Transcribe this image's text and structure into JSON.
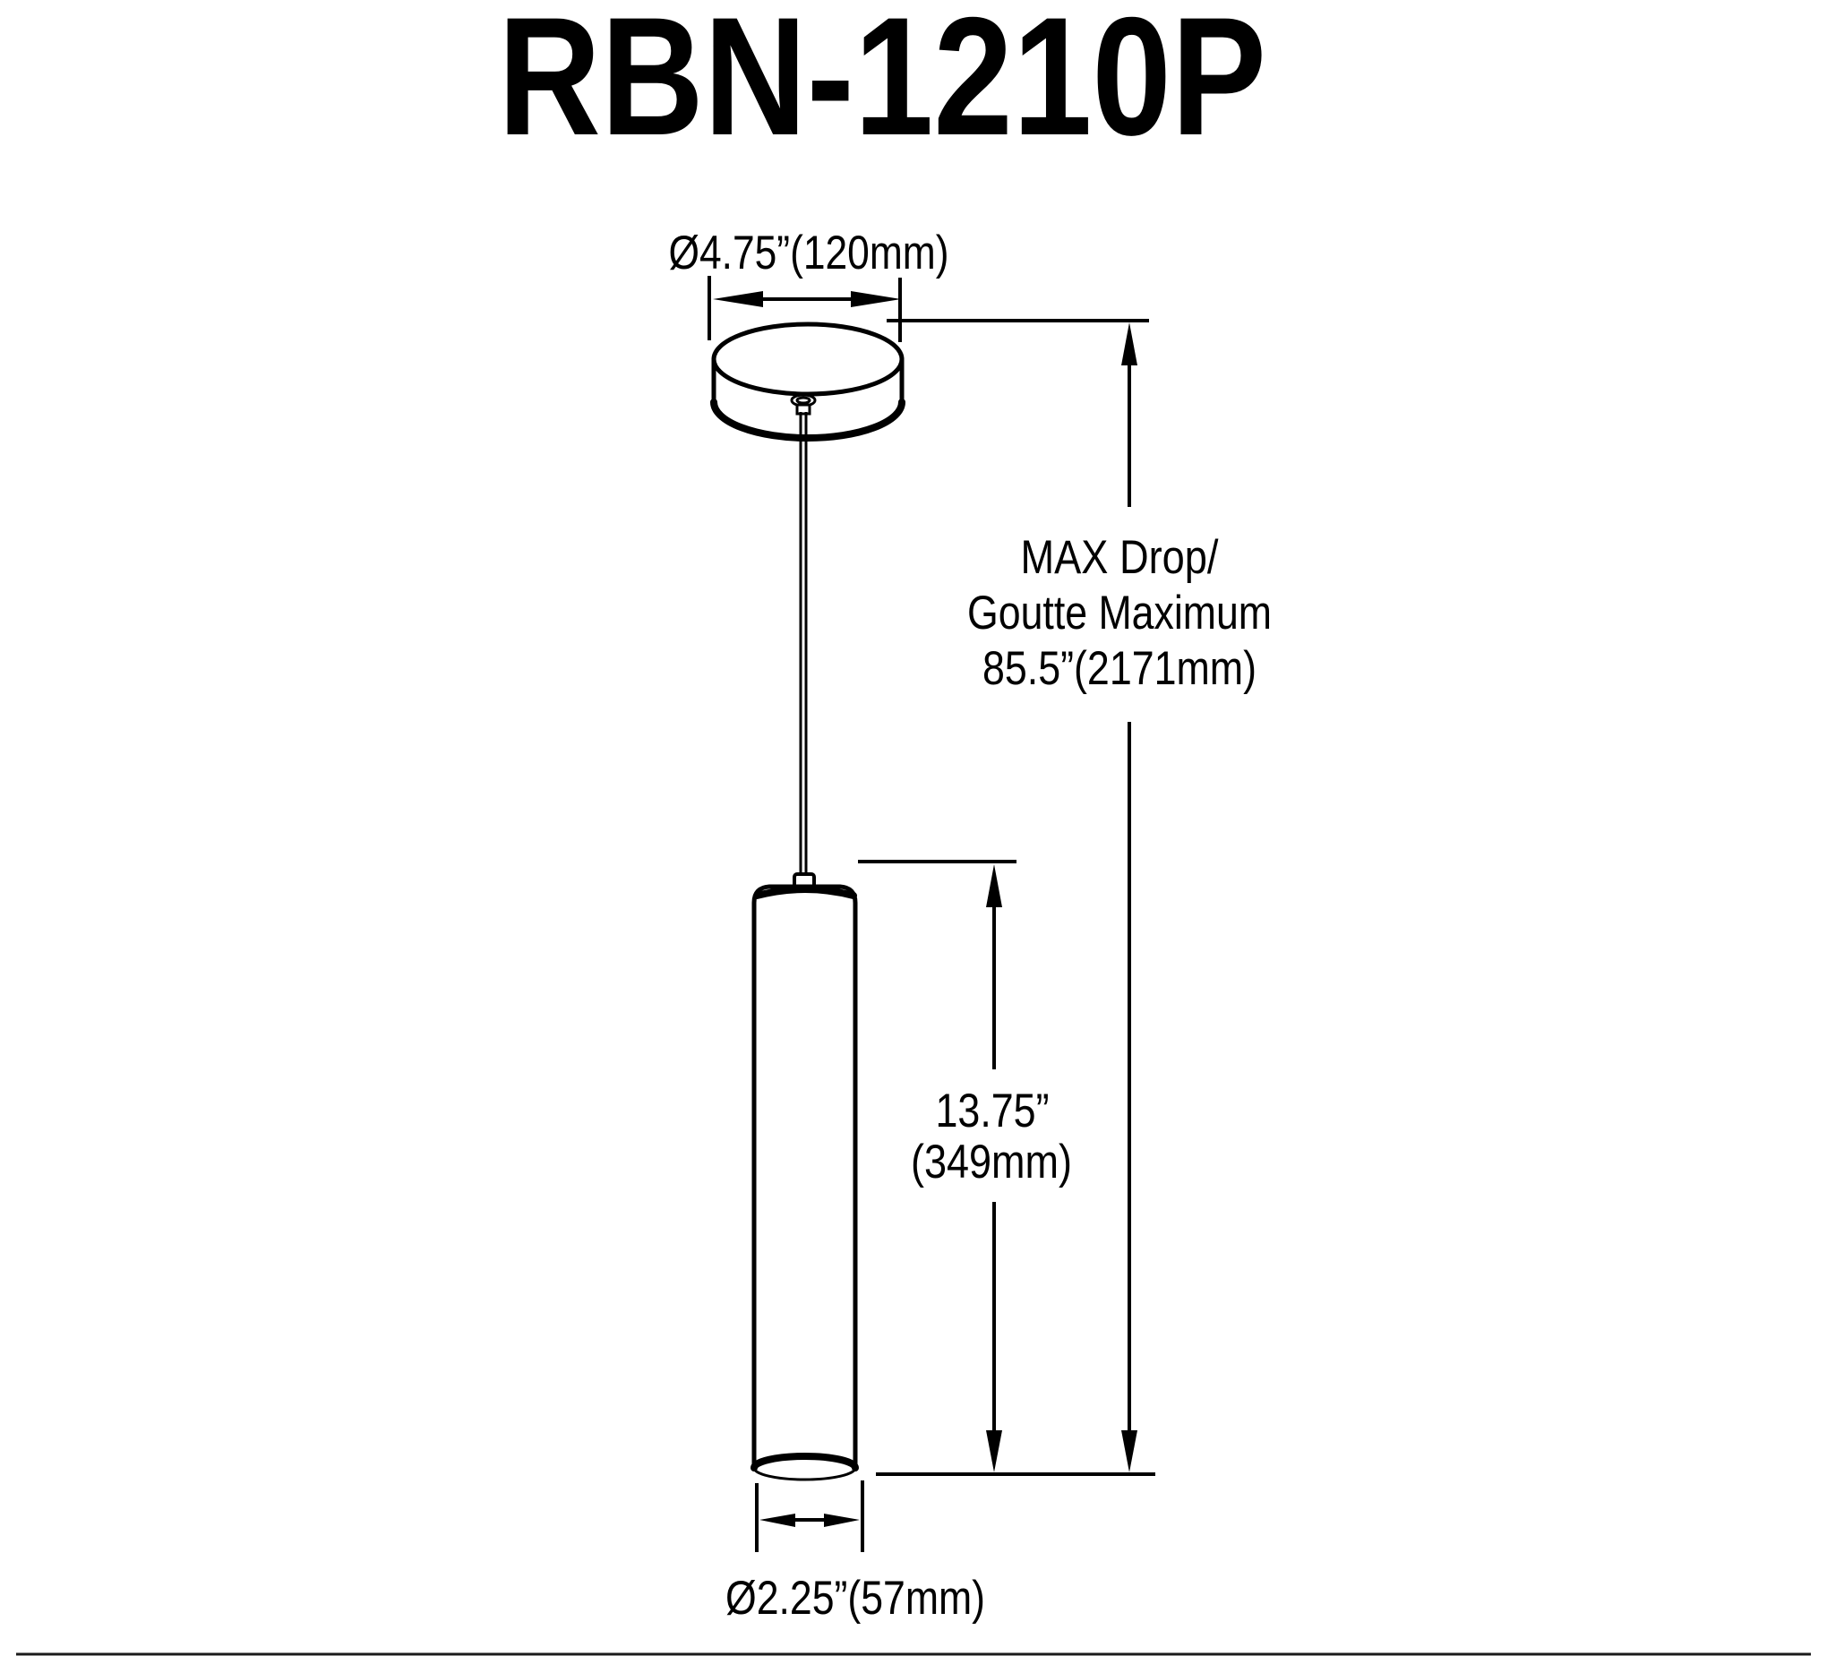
{
  "page": {
    "background_color": "#ffffff",
    "line_color": "#000000",
    "footer_rule_color": "#1a1a1a"
  },
  "title": "RBN-1210P",
  "labels": {
    "canopy_diameter": "Ø4.75”(120mm)",
    "max_drop_line1": "MAX Drop/",
    "max_drop_line2": "Goutte Maximum",
    "max_drop_line3": "85.5”(2171mm)",
    "body_height_inches": "13.75”",
    "body_height_mm": "(349mm)",
    "body_diameter": "Ø2.25”(57mm)"
  }
}
